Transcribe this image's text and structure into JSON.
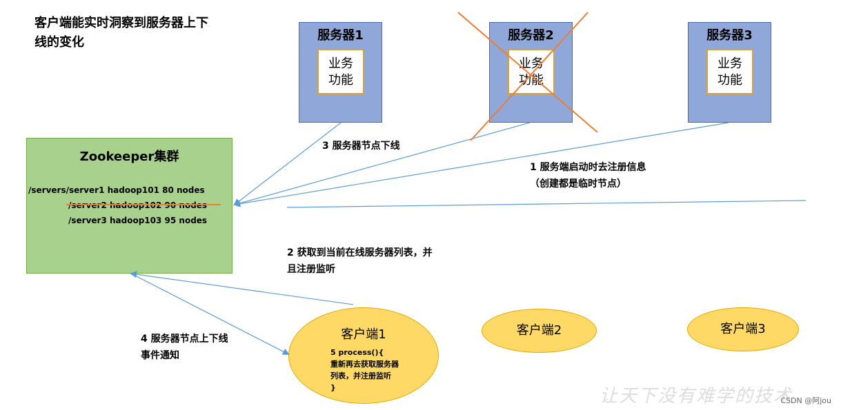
{
  "heading": "客户端能实时洞察到服务器上下线的变化",
  "servers": [
    {
      "title": "服务器1",
      "function": "业务功能"
    },
    {
      "title": "服务器2",
      "function": "业务功能"
    },
    {
      "title": "服务器3",
      "function": "业务功能"
    }
  ],
  "zookeeper": {
    "title": "Zookeeper集群",
    "nodes": [
      "/servers/server1  hadoop101  80 nodes",
      "/server2  hadoop102  90 nodes",
      "/server3  hadoop103  95 nodes"
    ]
  },
  "steps": {
    "step1": "1  服务端启动时去注册信息（创建都是临时节点）",
    "step2": "2  获取到当前在线服务器列表，并且注册监听",
    "step3": "3  服务器节点下线",
    "step4": "4  服务器节点上下线事件通知"
  },
  "clients": [
    {
      "name": "客户端1",
      "process": [
        "5 process(){",
        "重新再去获取服务器",
        "列表，并注册监听",
        "}"
      ]
    },
    {
      "name": "客户端2"
    },
    {
      "name": "客户端3"
    }
  ],
  "watermark": "CSDN @阿jou",
  "watermark_script": "让天下没有难学的技术",
  "colors": {
    "server_fill": "#8fa8d9",
    "zk_fill": "#a9d18e",
    "client_fill": "#ffd966",
    "arrow": "#5b9bd5",
    "cross": "#ed7d31"
  }
}
